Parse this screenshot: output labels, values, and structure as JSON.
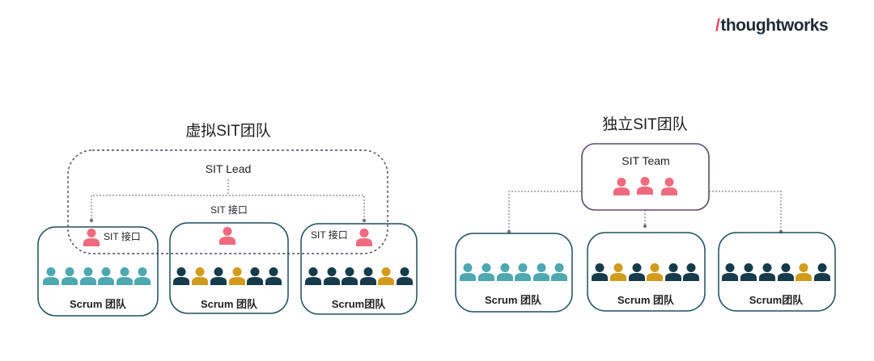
{
  "logo": {
    "slash": "/",
    "text": "thoughtworks"
  },
  "colors": {
    "pink": "#ef6a7e",
    "teal": "#4ea8b1",
    "navy": "#163b4b",
    "gold": "#d39b1a",
    "border": "#1f4f5f",
    "dash": "#45485c",
    "sit_team_border": "#5a4a6e"
  },
  "left": {
    "title": "虚拟SIT团队",
    "lead_label": "SIT Lead",
    "interface_labels": [
      "SIT 接口",
      "SIT 接口",
      "SIT 接口"
    ],
    "teams": [
      {
        "label": "Scrum 团队",
        "people": [
          "teal",
          "teal",
          "teal",
          "teal",
          "teal",
          "teal"
        ]
      },
      {
        "label": "Scrum 团队",
        "people": [
          "navy",
          "gold",
          "navy",
          "gold",
          "navy",
          "navy"
        ]
      },
      {
        "label": "Scrum团队",
        "people": [
          "navy",
          "navy",
          "navy",
          "navy",
          "gold",
          "navy"
        ]
      }
    ]
  },
  "right": {
    "title": "独立SIT团队",
    "team_label": "SIT Team",
    "teams": [
      {
        "label": "Scrum 团队",
        "people": [
          "teal",
          "teal",
          "teal",
          "teal",
          "teal",
          "teal"
        ]
      },
      {
        "label": "Scrum 团队",
        "people": [
          "navy",
          "gold",
          "navy",
          "gold",
          "navy",
          "navy"
        ]
      },
      {
        "label": "Scrum团队",
        "people": [
          "navy",
          "navy",
          "navy",
          "navy",
          "gold",
          "navy"
        ]
      }
    ]
  }
}
